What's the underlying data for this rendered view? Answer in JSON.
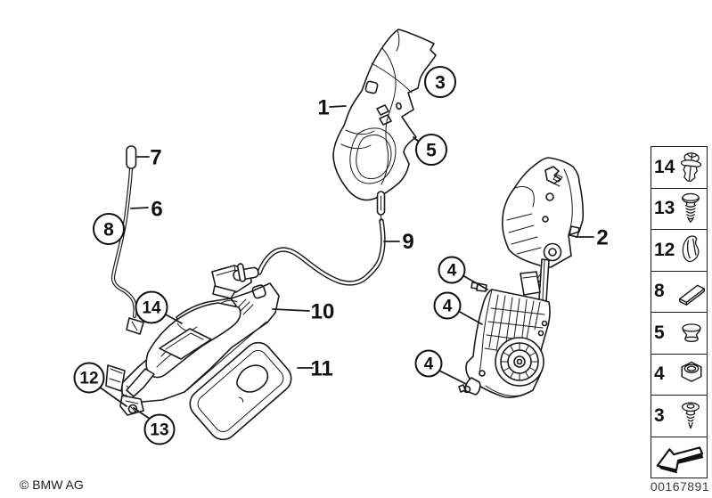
{
  "colors": {
    "background": "#ffffff",
    "line": "#1a1a1a"
  },
  "callouts": {
    "n1": "1",
    "n2": "2",
    "n3": "3",
    "n4": "4",
    "n5": "5",
    "n6": "6",
    "n7": "7",
    "n8": "8",
    "n9": "9",
    "n10": "10",
    "n11": "11",
    "n12": "12",
    "n13": "13",
    "n14": "14"
  },
  "legend": {
    "rows": [
      {
        "number": "14",
        "icon": "expanding-rivet-icon"
      },
      {
        "number": "13",
        "icon": "pan-head-screw-icon"
      },
      {
        "number": "12",
        "icon": "cover-cap-icon"
      },
      {
        "number": "8",
        "icon": "gasket-pad-icon"
      },
      {
        "number": "5",
        "icon": "grommet-plug-icon"
      },
      {
        "number": "4",
        "icon": "hex-nut-icon"
      },
      {
        "number": "3",
        "icon": "expanding-screw-icon"
      },
      {
        "number": "",
        "icon": "travel-direction-arrow-icon"
      }
    ]
  },
  "footer": {
    "copyright": "© BMW AG",
    "image_number": "00167891"
  }
}
